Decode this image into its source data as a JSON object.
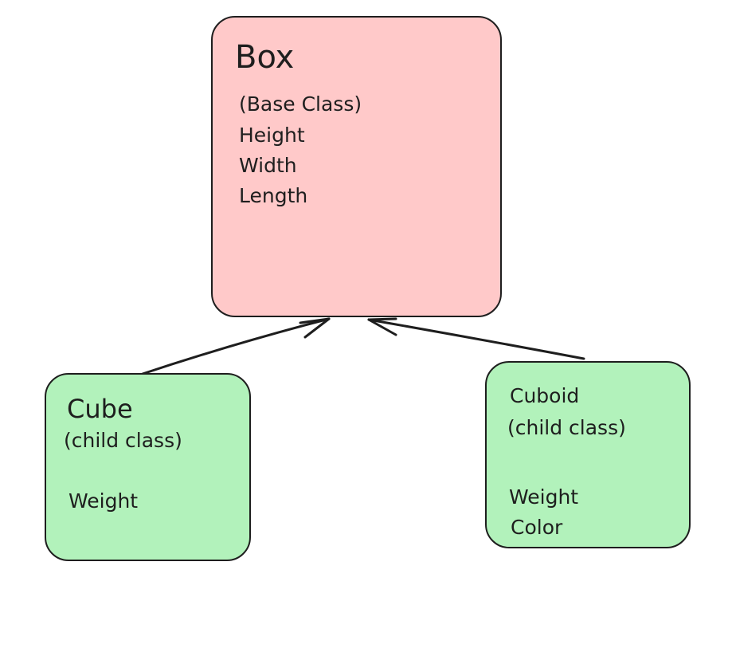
{
  "nodes": {
    "base": {
      "title": "Box",
      "subtitle": "(Base Class)",
      "fields": [
        "Height",
        "Width",
        "Length"
      ],
      "fill": "#ffc9c9"
    },
    "cube": {
      "title": "Cube",
      "subtitle": "(child class)",
      "fields": [
        "Weight"
      ],
      "fill": "#b2f2bb"
    },
    "cuboid": {
      "title": "Cuboid",
      "subtitle": "(child class)",
      "fields": [
        "Weight",
        "Color"
      ],
      "fill": "#b2f2bb"
    }
  },
  "edges": [
    {
      "from": "cube",
      "to": "base"
    },
    {
      "from": "cuboid",
      "to": "base"
    }
  ],
  "stroke_color": "#1e1e1e"
}
